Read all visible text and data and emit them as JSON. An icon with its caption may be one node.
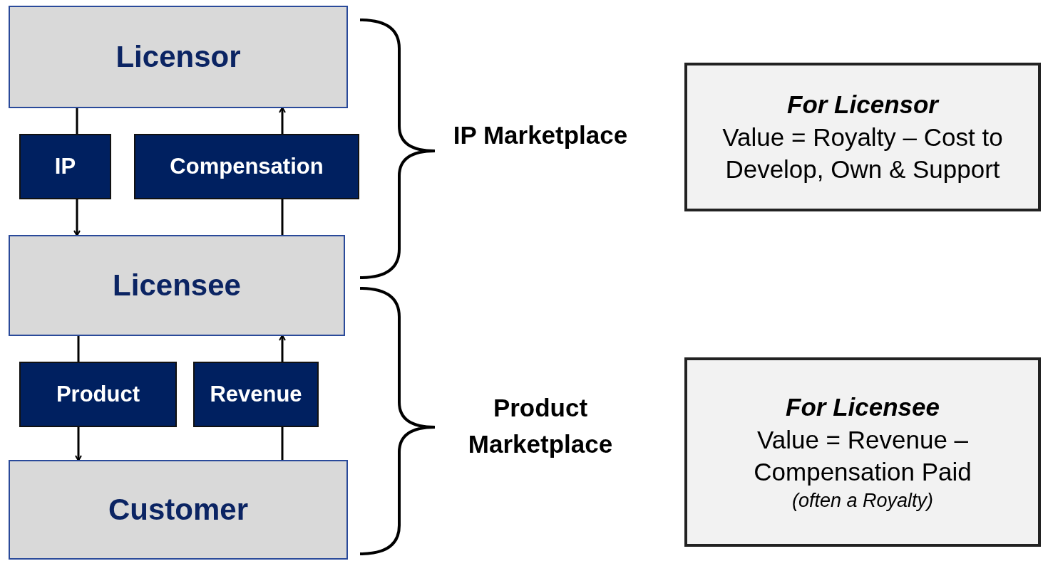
{
  "diagram": {
    "nodes": [
      {
        "text": [
          "Licensor"
        ]
      },
      {
        "text": [
          "IP"
        ]
      },
      {
        "text": [
          "Compensation"
        ]
      },
      {
        "text": [
          "Licensee"
        ]
      },
      {
        "text": [
          "Product"
        ]
      },
      {
        "text": [
          "Revenue"
        ]
      },
      {
        "text": [
          "Customer"
        ]
      },
      {
        "text": [
          "For Licensor",
          "Value = Royalty – Cost to Develop, Own & Support"
        ]
      },
      {
        "text": [
          "For Licensee",
          "Value = Revenue – Compensation Paid",
          "(often a Royalty)"
        ]
      }
    ],
    "edges": [
      {
        "from": 0,
        "to": 1,
        "arrow": "none"
      },
      {
        "from": 1,
        "to": 3,
        "arrow": "to"
      },
      {
        "from": 3,
        "to": 2,
        "arrow": "none"
      },
      {
        "from": 2,
        "to": 0,
        "arrow": "to"
      },
      {
        "from": 3,
        "to": 4,
        "arrow": "none"
      },
      {
        "from": 4,
        "to": 6,
        "arrow": "to"
      },
      {
        "from": 6,
        "to": 5,
        "arrow": "none"
      },
      {
        "from": 5,
        "to": 3,
        "arrow": "to"
      }
    ],
    "labels": [
      "IP Marketplace",
      "Product Marketplace"
    ]
  }
}
